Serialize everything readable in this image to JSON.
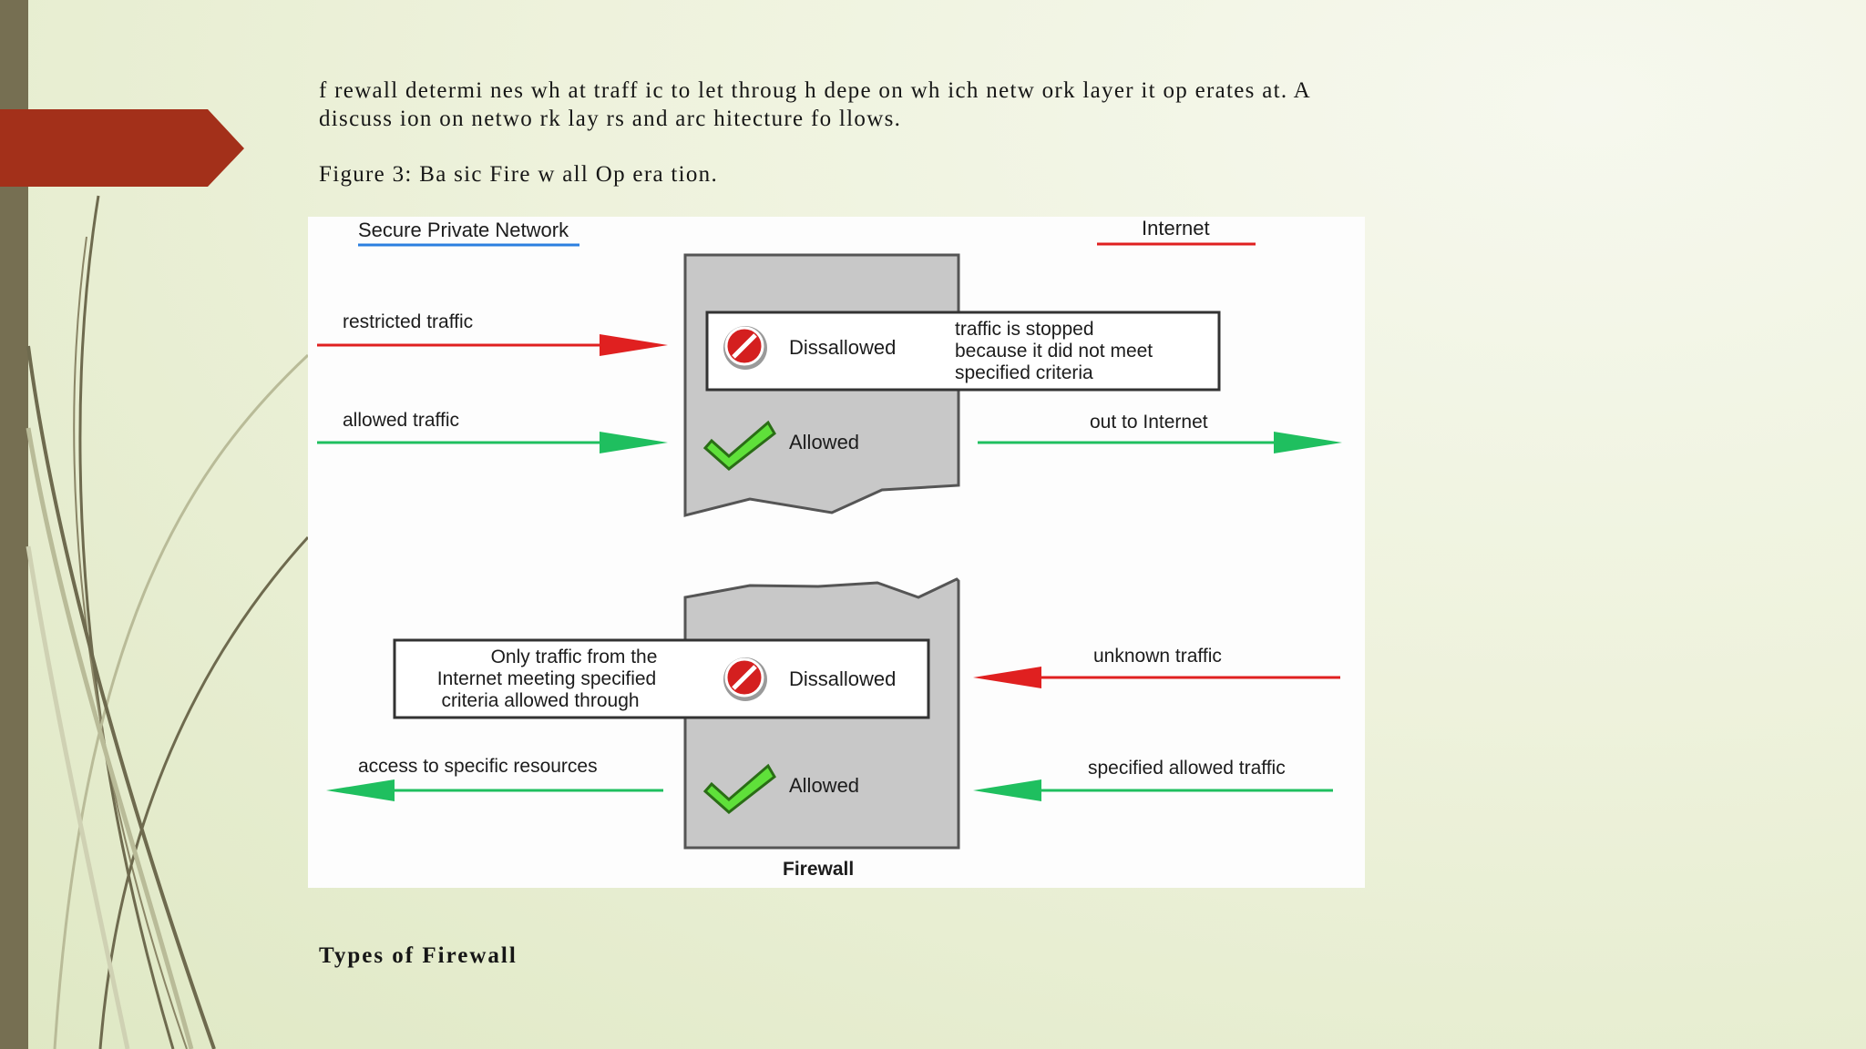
{
  "slide": {
    "paragraph_line1": "f rewall determi nes wh at traff ic to let throug h  depe        on  wh ich  netw ork  layer it op erates at. A",
    "paragraph_line2": "discuss ion  on  netwo rk  lay   rs and  arc hitecture fo llows.",
    "figure_caption": "Figure 3:  Ba sic Fire w all Op era tion.",
    "subheading": "Types of Firewall"
  },
  "diagram": {
    "secure_network_label": "Secure Private Network",
    "internet_label": "Internet",
    "restricted_traffic": "restricted traffic",
    "allowed_traffic": "allowed traffic",
    "out_to_internet": "out to Internet",
    "dissallowed_top": "Dissallowed",
    "allowed_top": "Allowed",
    "stop_note_lines": [
      "traffic is stopped",
      "because it did not meet",
      "specified criteria"
    ],
    "unknown_traffic": "unknown traffic",
    "specified_allowed_traffic": "specified allowed traffic",
    "access_specific_resources": "access to specific resources",
    "only_traffic_note_lines": [
      "Only traffic from the",
      "Internet meeting specified",
      "criteria allowed through"
    ],
    "dissallowed_bottom": "Dissallowed",
    "allowed_bottom": "Allowed",
    "firewall_label": "Firewall"
  },
  "colors": {
    "left_bar": "#766f52",
    "arrow_tab": "#a3301a",
    "restricted_red": "#e02020",
    "allowed_green": "#1fbf5f",
    "firewall_gray": "#c8c8c8",
    "secure_underline": "#2b7fe0",
    "internet_underline": "#e02020"
  },
  "icons": [
    "no-entry-icon",
    "check-icon"
  ]
}
